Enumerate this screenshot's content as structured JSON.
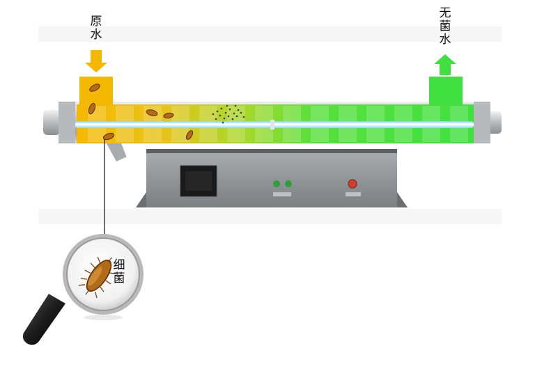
{
  "labels": {
    "inlet": [
      "原",
      "水"
    ],
    "outlet": [
      "无",
      "菌",
      "水"
    ],
    "bacteria": [
      "细",
      "菌"
    ]
  },
  "colors": {
    "inlet_water": "#f5b800",
    "sterile_water": "#3fe03f",
    "uv_lamp": "#bfefff",
    "housing": "#c4c6c8",
    "cabinet": "#8a8d90",
    "indicator_green": "#2f9f3a",
    "indicator_red": "#d0402a"
  },
  "icons": {
    "inlet_arrow": "arrow-down-icon",
    "outlet_arrow": "arrow-up-icon",
    "magnifier": "magnifying-glass-icon",
    "bacterium": "bacterium-icon"
  }
}
